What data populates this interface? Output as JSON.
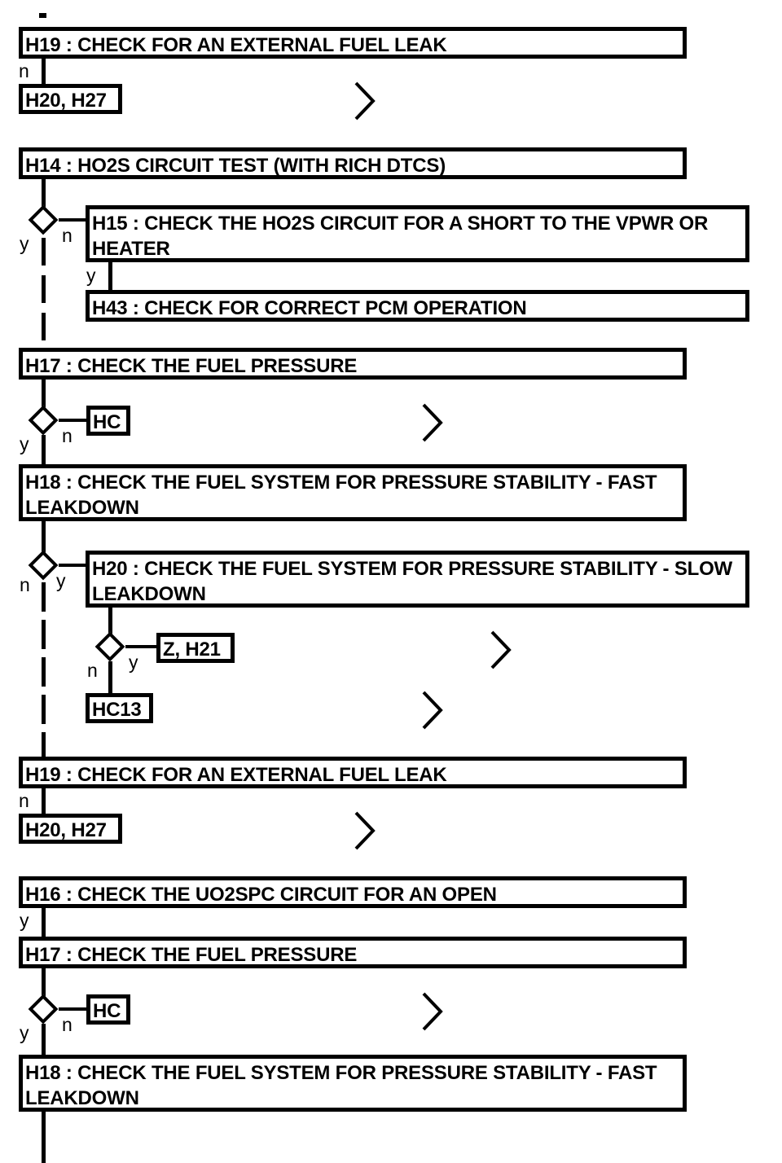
{
  "diagram": {
    "title": "Fuel system / HO2S diagnostic flowchart",
    "ink_color": "#000000",
    "background_color": "#ffffff",
    "nodes": [
      {
        "id": "n1",
        "type": "process",
        "label": "H19 : CHECK FOR AN EXTERNAL FUEL LEAK"
      },
      {
        "id": "n2",
        "type": "terminal",
        "label": "H20, H27"
      },
      {
        "id": "n3",
        "type": "process",
        "label": "H14 : HO2S CIRCUIT TEST (WITH RICH DTCS)"
      },
      {
        "id": "n4",
        "type": "process",
        "label": "H15 : CHECK THE HO2S CIRCUIT FOR A SHORT TO THE VPWR OR HEATER"
      },
      {
        "id": "n5",
        "type": "process",
        "label": "H43 : CHECK FOR CORRECT PCM OPERATION"
      },
      {
        "id": "n6",
        "type": "process",
        "label": "H17 : CHECK THE FUEL PRESSURE"
      },
      {
        "id": "n7",
        "type": "terminal",
        "label": "HC"
      },
      {
        "id": "n8",
        "type": "process",
        "label": "H18 : CHECK THE FUEL SYSTEM FOR PRESSURE STABILITY - FAST LEAKDOWN"
      },
      {
        "id": "n9",
        "type": "process",
        "label": "H20 : CHECK THE FUEL SYSTEM FOR PRESSURE STABILITY - SLOW LEAKDOWN"
      },
      {
        "id": "n10",
        "type": "terminal",
        "label": "Z, H21"
      },
      {
        "id": "n11",
        "type": "terminal",
        "label": "HC13"
      },
      {
        "id": "n12",
        "type": "process",
        "label": "H19 : CHECK FOR AN EXTERNAL FUEL LEAK"
      },
      {
        "id": "n13",
        "type": "terminal",
        "label": "H20, H27"
      },
      {
        "id": "n14",
        "type": "process",
        "label": "H16 : CHECK THE UO2SPC CIRCUIT FOR AN OPEN"
      },
      {
        "id": "n15",
        "type": "process",
        "label": "H17 : CHECK THE FUEL PRESSURE"
      },
      {
        "id": "n16",
        "type": "terminal",
        "label": "HC"
      },
      {
        "id": "n17",
        "type": "process",
        "label": "H18 : CHECK THE FUEL SYSTEM FOR PRESSURE STABILITY - FAST LEAKDOWN"
      }
    ],
    "branch_labels": {
      "b1": "n",
      "b2": "y",
      "b3": "n",
      "b4": "y",
      "b5": "y",
      "b6": "n",
      "b7": "n",
      "b8": "y",
      "b9": "n",
      "b10": "y",
      "b11": "n",
      "b12": "y",
      "b13": "y",
      "b14": "n"
    },
    "icons": {
      "chevron": "chevron-right-icon",
      "decision": "decision-diamond-icon",
      "tick": "tick-dot-icon"
    }
  },
  "chart_data": {
    "type": "diagram",
    "title": "Fuel system / HO2S diagnostic flowchart",
    "flow": [
      {
        "from": "H19 : CHECK FOR AN EXTERNAL FUEL LEAK",
        "to": "H20, H27",
        "condition": "n"
      },
      {
        "from": "H14 : HO2S CIRCUIT TEST (WITH RICH DTCS)",
        "to": "H15 : CHECK THE HO2S CIRCUIT FOR A SHORT TO THE VPWR OR HEATER",
        "condition": "n"
      },
      {
        "from": "H14 : HO2S CIRCUIT TEST (WITH RICH DTCS)",
        "to": "H17 : CHECK THE FUEL PRESSURE",
        "condition": "y"
      },
      {
        "from": "H15 : CHECK THE HO2S CIRCUIT FOR A SHORT TO THE VPWR OR HEATER",
        "to": "H43 : CHECK FOR CORRECT PCM OPERATION",
        "condition": "y"
      },
      {
        "from": "H17 : CHECK THE FUEL PRESSURE",
        "to": "HC",
        "condition": "n"
      },
      {
        "from": "H17 : CHECK THE FUEL PRESSURE",
        "to": "H18 : CHECK THE FUEL SYSTEM FOR PRESSURE STABILITY - FAST LEAKDOWN",
        "condition": "y"
      },
      {
        "from": "H18 : CHECK THE FUEL SYSTEM FOR PRESSURE STABILITY - FAST LEAKDOWN",
        "to": "H20 : CHECK THE FUEL SYSTEM FOR PRESSURE STABILITY - SLOW LEAKDOWN",
        "condition": "y"
      },
      {
        "from": "H18 : CHECK THE FUEL SYSTEM FOR PRESSURE STABILITY - FAST LEAKDOWN",
        "to": "H19 : CHECK FOR AN EXTERNAL FUEL LEAK",
        "condition": "n"
      },
      {
        "from": "H20 : CHECK THE FUEL SYSTEM FOR PRESSURE STABILITY - SLOW LEAKDOWN",
        "to": "Z, H21",
        "condition": "y"
      },
      {
        "from": "H20 : CHECK THE FUEL SYSTEM FOR PRESSURE STABILITY - SLOW LEAKDOWN",
        "to": "HC13",
        "condition": "n"
      },
      {
        "from": "H19 : CHECK FOR AN EXTERNAL FUEL LEAK",
        "to": "H20, H27",
        "condition": "n"
      },
      {
        "from": "H16 : CHECK THE UO2SPC CIRCUIT FOR AN OPEN",
        "to": "H17 : CHECK THE FUEL PRESSURE",
        "condition": "y"
      },
      {
        "from": "H17 : CHECK THE FUEL PRESSURE",
        "to": "HC",
        "condition": "n"
      },
      {
        "from": "H17 : CHECK THE FUEL PRESSURE",
        "to": "H18 : CHECK THE FUEL SYSTEM FOR PRESSURE STABILITY - FAST LEAKDOWN",
        "condition": "y"
      }
    ]
  }
}
